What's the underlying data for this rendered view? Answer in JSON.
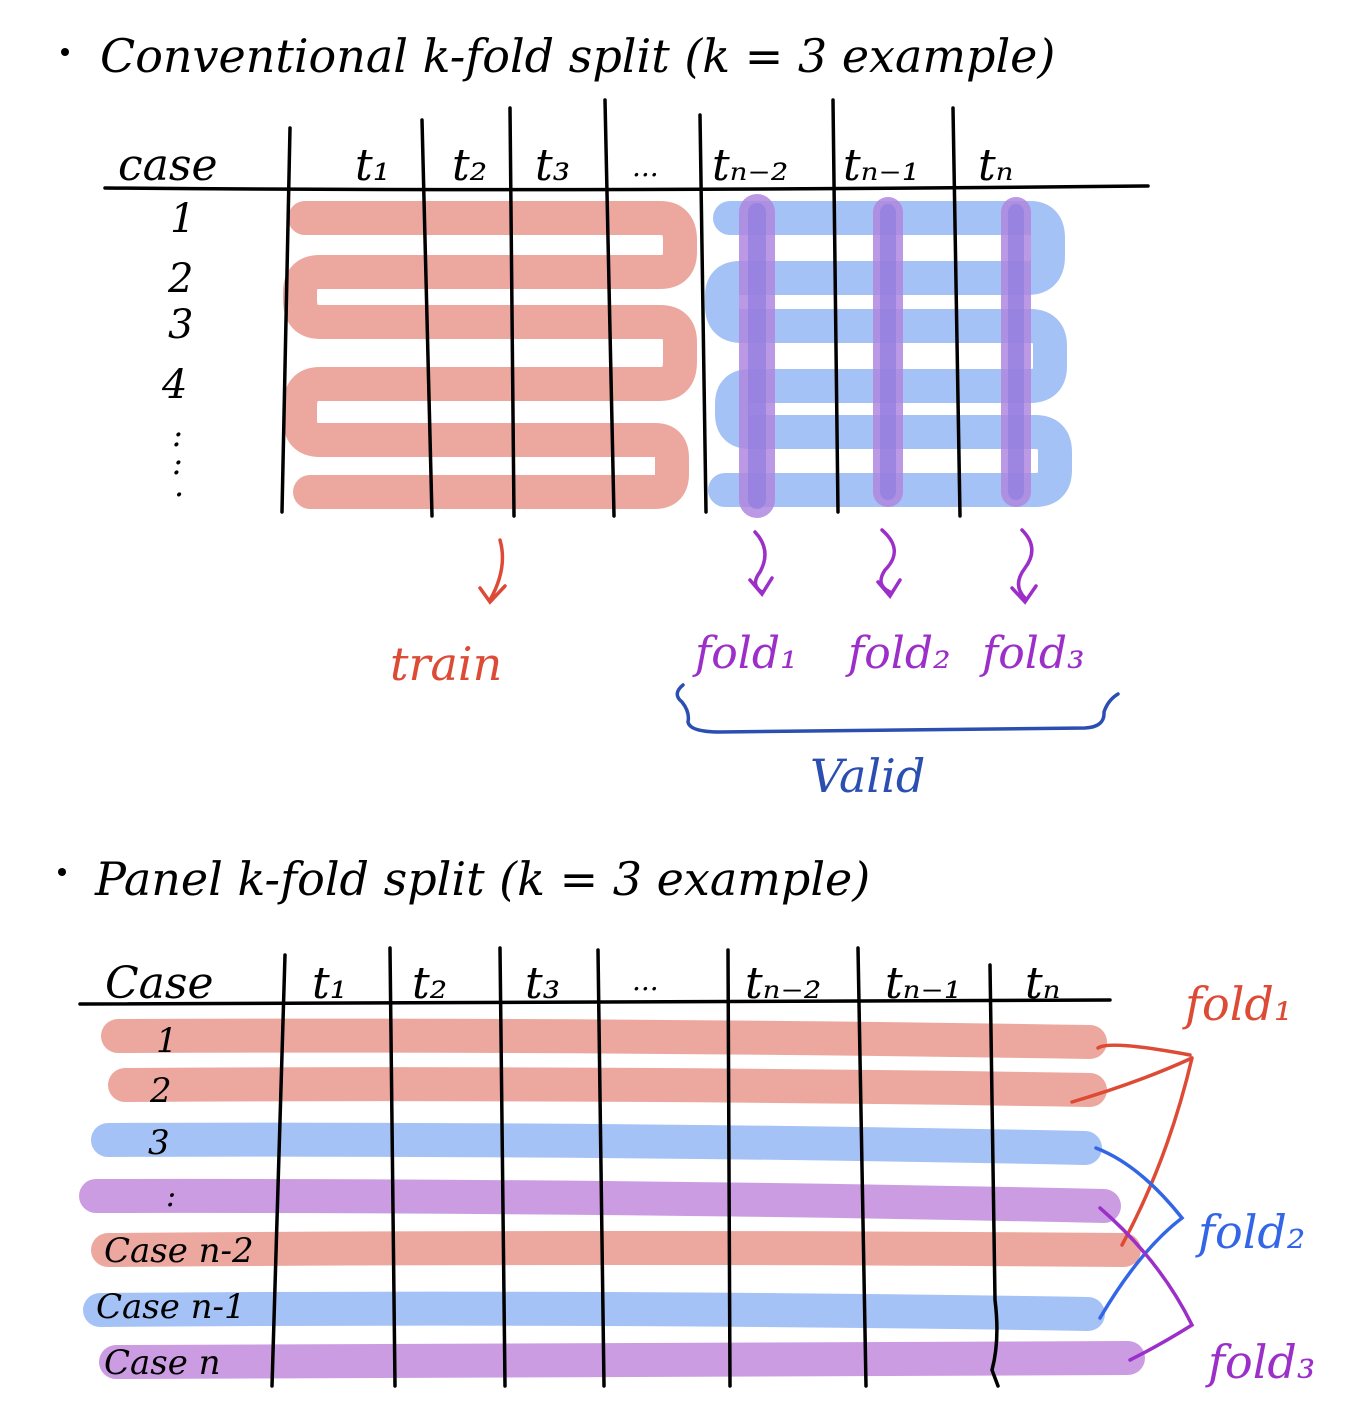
{
  "section1": {
    "title": "Conventional k-fold split (k = 3 example)",
    "header": {
      "case": "case",
      "cols": [
        "t₁",
        "t₂",
        "t₃",
        "...",
        "tₙ₋₂",
        "tₙ₋₁",
        "tₙ"
      ]
    },
    "rows": [
      "1",
      "2",
      "3",
      "4",
      ":",
      ":",
      "."
    ],
    "train_label": "train",
    "fold_labels": [
      "fold₁",
      "fold₂",
      "fold₃"
    ],
    "valid_label": "Valid"
  },
  "section2": {
    "title": "Panel k-fold split (k = 3 example)",
    "header": {
      "case": "Case",
      "cols": [
        "t₁",
        "t₂",
        "t₃",
        "...",
        "tₙ₋₂",
        "tₙ₋₁",
        "tₙ"
      ]
    },
    "rows": [
      "1",
      "2",
      "3",
      ":",
      "Case n-2",
      "Case n-1",
      "Case n"
    ],
    "fold_labels": [
      "fold₁",
      "fold₂",
      "fold₃"
    ]
  },
  "colors": {
    "train": "#eca89f",
    "valid": "#a4c2f5",
    "fold_vertical": "#8f7ee0",
    "fold3": "#cc9ce3",
    "red_ink": "#dd4a35",
    "blue_ink": "#3366e6",
    "purple_ink": "#9b2fc8",
    "navy_ink": "#2b4fb0"
  }
}
